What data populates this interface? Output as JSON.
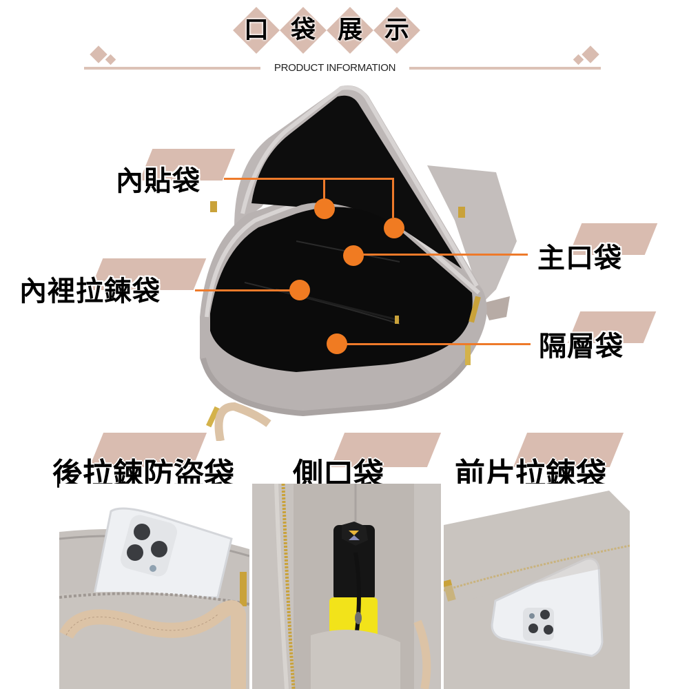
{
  "header": {
    "title_chars": [
      "口",
      "袋",
      "展",
      "示"
    ],
    "title": "口袋展示",
    "subtitle": "PRODUCT INFORMATION"
  },
  "main_image": {
    "description": "open backpack interior (gray nylon, black lining)",
    "callouts": [
      {
        "id": "inner-patch-pocket",
        "label": "內貼袋",
        "side": "left"
      },
      {
        "id": "inner-zip-pocket",
        "label": "內裡拉鍊袋",
        "side": "left"
      },
      {
        "id": "main-pocket",
        "label": "主口袋",
        "side": "right"
      },
      {
        "id": "divider-pocket",
        "label": "隔層袋",
        "side": "right"
      }
    ]
  },
  "detail_photos": [
    {
      "label": "後拉鍊防盜袋",
      "description": "phone in back anti-theft zip pocket"
    },
    {
      "label": "側口袋",
      "description": "umbrella in side pocket"
    },
    {
      "label": "前片拉鍊袋",
      "description": "phone in front zip pocket"
    }
  ],
  "colors": {
    "accent_tag": "#d9bcb0",
    "callout_orange": "#f07b22",
    "bag_gray": "#b9b3b1",
    "lining_black": "#0d0d0d",
    "zipper_gold": "#c9a23a",
    "handle_beige": "#dcc3a6"
  }
}
